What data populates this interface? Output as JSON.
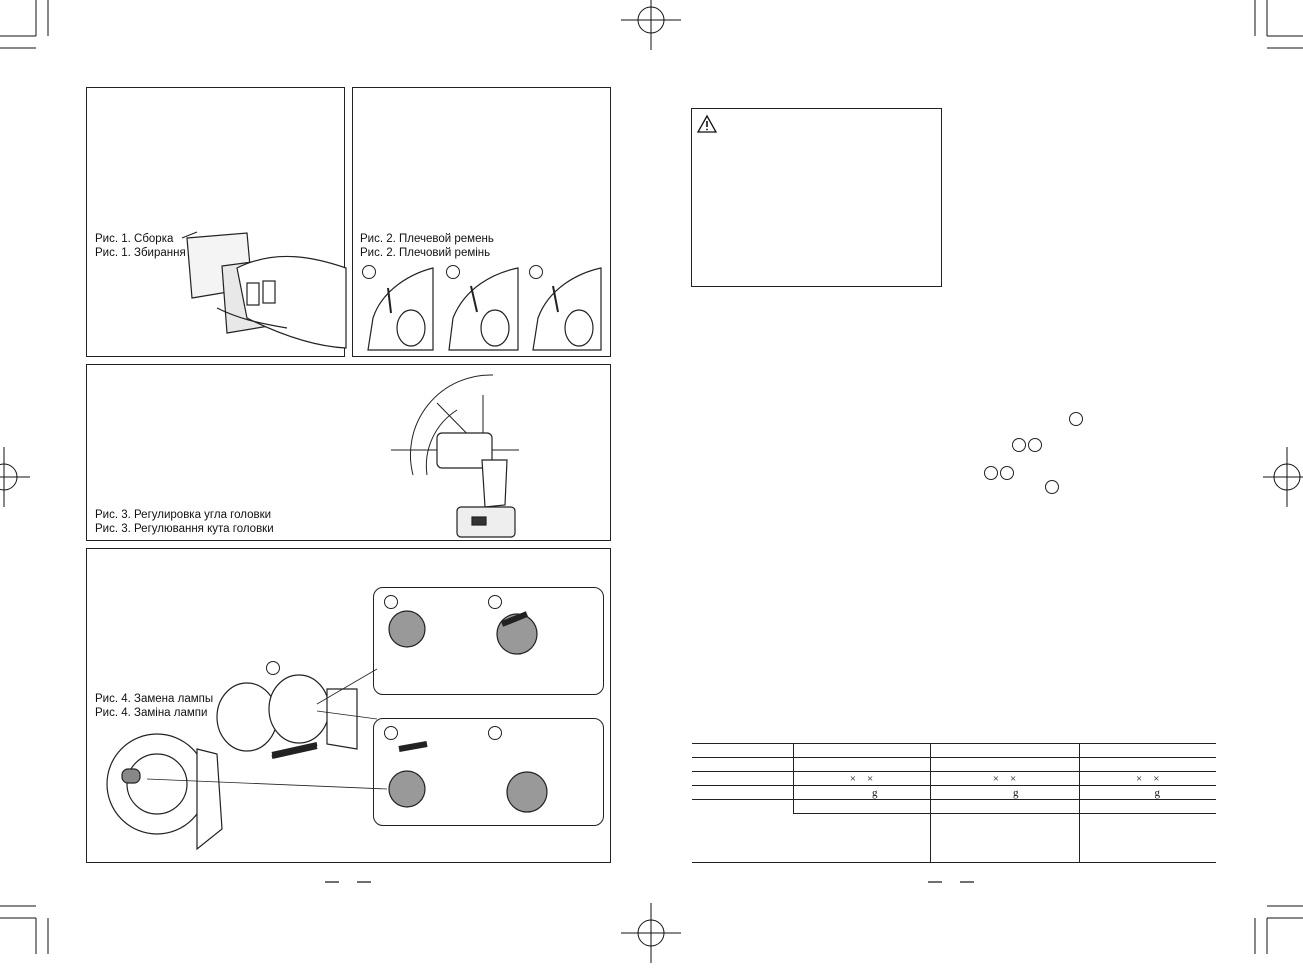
{
  "figures": {
    "fig1": {
      "caption_ru": "Рис. 1. Сборка",
      "caption_uk": "Рис. 1. Збирання"
    },
    "fig2": {
      "caption_ru": "Рис. 2. Плечевой ремень",
      "caption_uk": "Рис. 2. Плечовий ремінь"
    },
    "fig3": {
      "caption_ru": "Рис. 3. Регулировка угла головки",
      "caption_uk": "Рис. 3. Регулювання кута головки"
    },
    "fig4": {
      "caption_ru": "Рис. 4. Замена лампы",
      "caption_uk": "Рис. 4. Заміна лампи"
    }
  },
  "specs_table": {
    "columns": 4,
    "row_weight_marks": [
      "g",
      "g",
      "g"
    ]
  },
  "page_numbers": {
    "left": "— —",
    "right": "— —"
  },
  "icons": [
    "warning-triangle-icon",
    "registration-mark-icon",
    "crop-mark-icon"
  ]
}
